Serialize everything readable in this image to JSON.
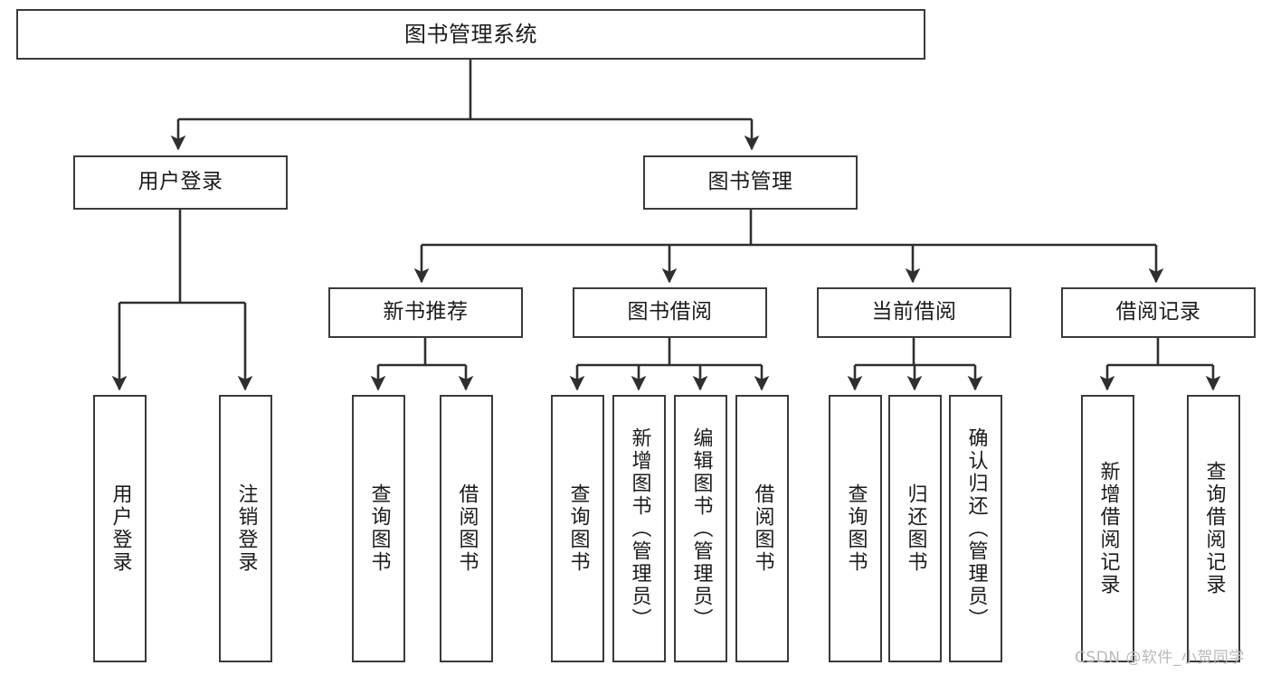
{
  "diagram": {
    "title": "图书管理系统",
    "type": "tree-hierarchy",
    "orientation": "top-down",
    "colors": {
      "node_border": "#3a3a3a",
      "node_fill": "#ffffff",
      "edge": "#2f2f2f",
      "text": "#1b1b1b",
      "watermark": "#b9b9b9",
      "background": "#ffffff"
    },
    "nodes": {
      "root": {
        "label": "图书管理系统"
      },
      "level2": [
        {
          "label": "用户登录"
        },
        {
          "label": "图书管理"
        }
      ],
      "level3": [
        {
          "label": "新书推荐"
        },
        {
          "label": "图书借阅"
        },
        {
          "label": "当前借阅"
        },
        {
          "label": "借阅记录"
        }
      ],
      "leaves_user_login": [
        {
          "label": "用户登录"
        },
        {
          "label": "注销登录"
        }
      ],
      "leaves_new_book": [
        {
          "label": "查询图书"
        },
        {
          "label": "借阅图书"
        }
      ],
      "leaves_borrow": [
        {
          "label": "查询图书"
        },
        {
          "label": "新增图书（管理员）"
        },
        {
          "label": "编辑图书（管理员）"
        },
        {
          "label": "借阅图书"
        }
      ],
      "leaves_current": [
        {
          "label": "查询图书"
        },
        {
          "label": "归还图书"
        },
        {
          "label": "确认归还（管理员）"
        }
      ],
      "leaves_record": [
        {
          "label": "新增借阅记录"
        },
        {
          "label": "查询借阅记录"
        }
      ]
    },
    "watermark": "CSDN @软件_小贺同学"
  }
}
